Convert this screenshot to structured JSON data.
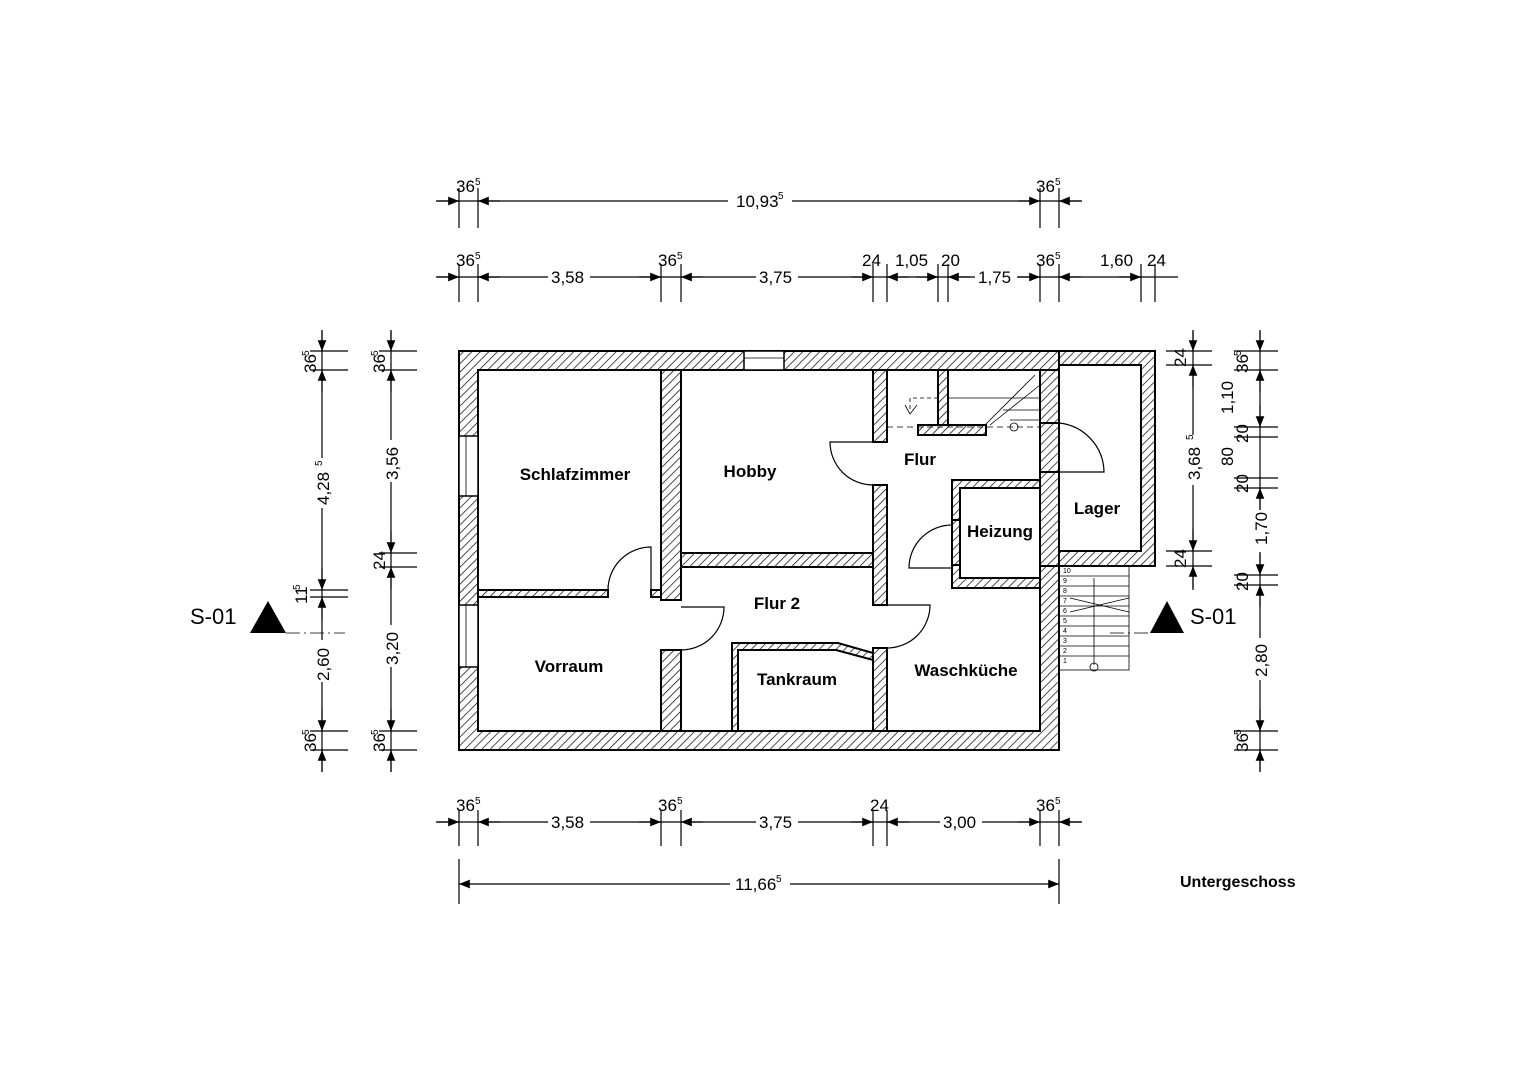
{
  "plan_title": "Untergeschoss",
  "section_label": "S-01",
  "rooms": {
    "schlafzimmer": "Schlafzimmer",
    "hobby": "Hobby",
    "flur": "Flur",
    "lager": "Lager",
    "heizung": "Heizung",
    "flur2": "Flur 2",
    "vorraum": "Vorraum",
    "tankraum": "Tankraum",
    "waschkueche": "Waschküche"
  },
  "top_overall": {
    "left": "36",
    "middle": "10,93",
    "right": "36",
    "sup": "5"
  },
  "top_detail": [
    "36",
    "3,58",
    "36",
    "3,75",
    "24",
    "1,05",
    "20",
    "1,75",
    "36",
    "1,60",
    "24"
  ],
  "bottom_detail": [
    "36",
    "3,58",
    "36",
    "3,75",
    "24",
    "3,00",
    "36"
  ],
  "bottom_overall": "11,66",
  "left_outer": [
    "36",
    "4,28",
    "11",
    "2,60",
    "36"
  ],
  "left_inner": [
    "36",
    "3,56",
    "24",
    "3,20",
    "36"
  ],
  "right_inner": [
    "24",
    "3,68",
    "24"
  ],
  "right_outer": [
    "36",
    "1,10",
    "20",
    "80",
    "20",
    "1,70",
    "20",
    "2,80",
    "36"
  ],
  "stair_numbers": [
    "10",
    "9",
    "8",
    "7",
    "6",
    "5",
    "4",
    "3",
    "2",
    "1"
  ]
}
